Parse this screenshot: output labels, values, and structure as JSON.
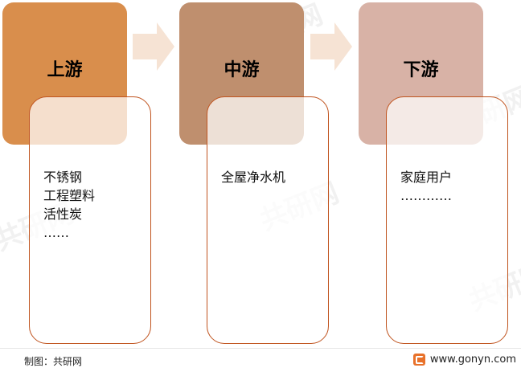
{
  "stages": [
    {
      "title": "上游",
      "color": "#d98e4c",
      "items": [
        "不锈钢",
        "工程塑料",
        "活性炭",
        "……"
      ]
    },
    {
      "title": "中游",
      "color": "#bf8f6e",
      "items": [
        "全屋净水机"
      ]
    },
    {
      "title": "下游",
      "color": "#d8b2a6",
      "items": [
        "家庭用户",
        "…………"
      ]
    }
  ],
  "arrow_color": "#f6e3d4",
  "footer": {
    "source": "制图：共研网",
    "website": "www.gonyn.com"
  },
  "watermark": {
    "text": "共研网",
    "subtext": "www.gonyn.com"
  }
}
